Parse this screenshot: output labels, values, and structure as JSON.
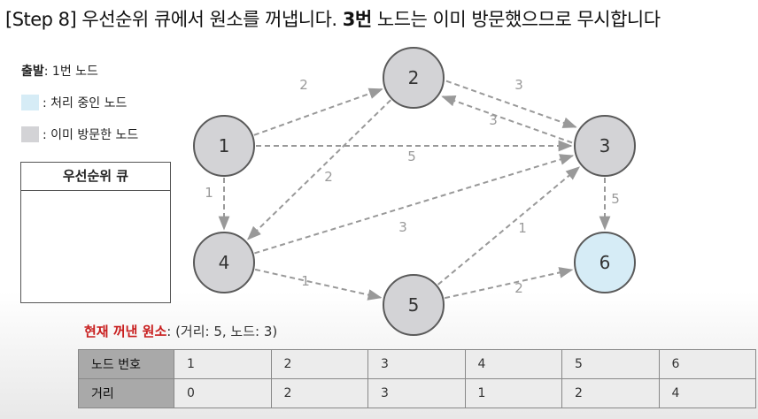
{
  "title": {
    "step": "[Step 8]",
    "text1": " 우선순위 큐에서 원소를 꺼냅니다. ",
    "bold": "3번",
    "text2": " 노드는 이미 방문했으므로 무시합니다"
  },
  "legend": {
    "start_bold": "출발",
    "start_text": ": 1번 노드",
    "processing": ": 처리 중인 노드",
    "visited": ": 이미 방문한 노드"
  },
  "colors": {
    "processing": "#d6ecf6",
    "visited": "#d3d3d6",
    "node_stroke": "#5a5a5a",
    "edge": "#999999",
    "highlight": "#c81e1e"
  },
  "priority_queue": {
    "title": "우선순위 큐",
    "items": []
  },
  "graph": {
    "nodes": [
      {
        "id": "1",
        "state": "visited"
      },
      {
        "id": "2",
        "state": "visited"
      },
      {
        "id": "3",
        "state": "visited"
      },
      {
        "id": "4",
        "state": "visited"
      },
      {
        "id": "5",
        "state": "visited"
      },
      {
        "id": "6",
        "state": "processing"
      }
    ],
    "edges": [
      {
        "from": "1",
        "to": "2",
        "weight": "2"
      },
      {
        "from": "1",
        "to": "3",
        "weight": "5"
      },
      {
        "from": "1",
        "to": "4",
        "weight": "1"
      },
      {
        "from": "2",
        "to": "3",
        "weight": "3"
      },
      {
        "from": "3",
        "to": "2",
        "weight": "3"
      },
      {
        "from": "2",
        "to": "4",
        "weight": "2"
      },
      {
        "from": "3",
        "to": "6",
        "weight": "5"
      },
      {
        "from": "4",
        "to": "3",
        "weight": "3"
      },
      {
        "from": "4",
        "to": "5",
        "weight": "1"
      },
      {
        "from": "5",
        "to": "3",
        "weight": "1"
      },
      {
        "from": "5",
        "to": "6",
        "weight": "2"
      }
    ]
  },
  "current": {
    "label": "현재 꺼낸 원소",
    "value": ": (거리: 5, 노드: 3)"
  },
  "table": {
    "header_label": "노드 번호",
    "distance_label": "거리",
    "nodes": [
      "1",
      "2",
      "3",
      "4",
      "5",
      "6"
    ],
    "distances": [
      "0",
      "2",
      "3",
      "1",
      "2",
      "4"
    ]
  }
}
